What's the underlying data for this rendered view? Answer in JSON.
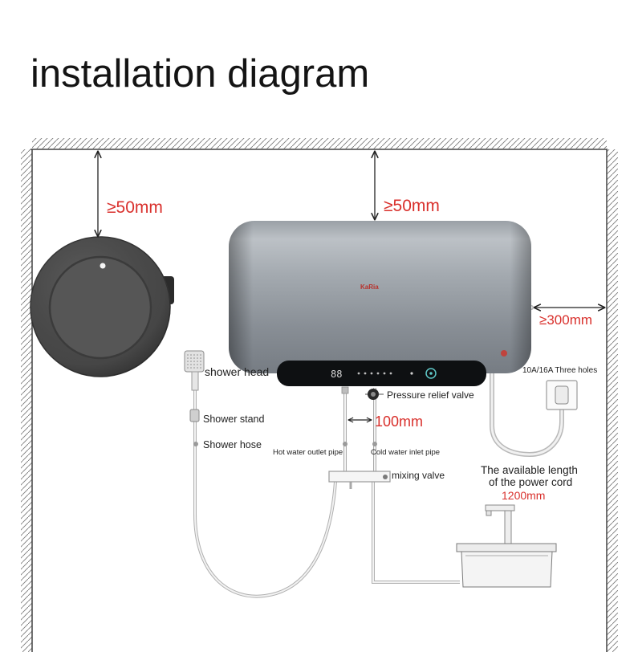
{
  "title": "installation diagram",
  "clearances": {
    "side_unit_top": "≥50mm",
    "heater_top": "≥50mm",
    "heater_right": "≥300mm",
    "pipe_spacing": "100mm"
  },
  "heater": {
    "brand": "KaRia",
    "display_digits": "88"
  },
  "labels": {
    "shower_head": "shower head",
    "shower_stand": "Shower stand",
    "shower_hose": "Shower hose",
    "hot_water_outlet_pipe": "Hot water outlet pipe",
    "cold_water_inlet_pipe": "Cold water inlet pipe",
    "pressure_relief_valve": "Pressure relief valve",
    "mixing_valve": "mixing valve",
    "socket": "10A/16A Three holes"
  },
  "power_cord": {
    "caption_line1": "The available length",
    "caption_line2": "of the power cord",
    "length": "1200mm"
  },
  "colors": {
    "dimension_text": "#d9302c",
    "control_panel": "#0e1012",
    "side_unit": "#4a4a4a"
  }
}
